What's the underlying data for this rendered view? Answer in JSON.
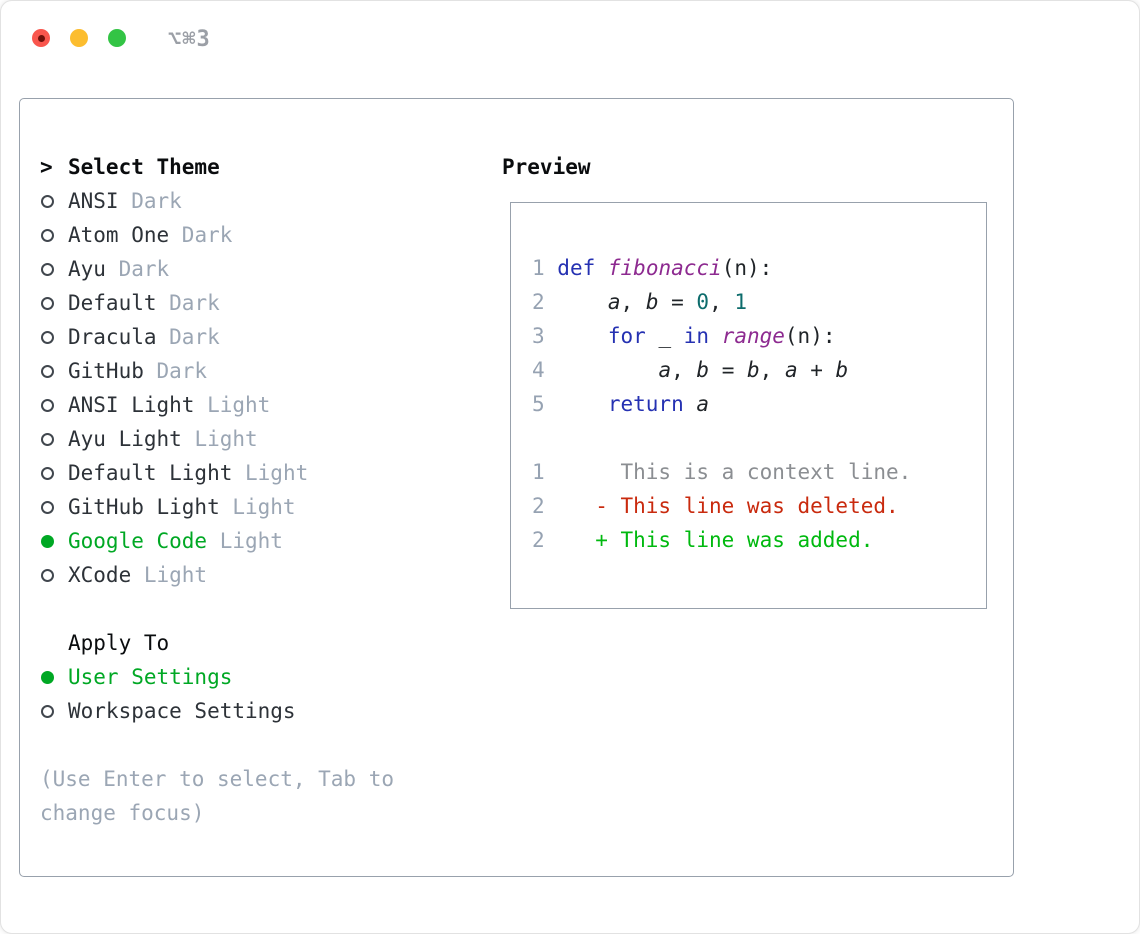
{
  "window": {
    "title": "⌥⌘3",
    "traffic_lights": [
      "close",
      "minimize",
      "zoom"
    ]
  },
  "theme_picker": {
    "header": {
      "marker": ">",
      "label": "Select Theme"
    },
    "themes": [
      {
        "name": "ANSI",
        "variant": "Dark",
        "selected": false
      },
      {
        "name": "Atom One",
        "variant": "Dark",
        "selected": false
      },
      {
        "name": "Ayu",
        "variant": "Dark",
        "selected": false
      },
      {
        "name": "Default",
        "variant": "Dark",
        "selected": false
      },
      {
        "name": "Dracula",
        "variant": "Dark",
        "selected": false
      },
      {
        "name": "GitHub",
        "variant": "Dark",
        "selected": false
      },
      {
        "name": "ANSI Light",
        "variant": "Light",
        "selected": false
      },
      {
        "name": "Ayu Light",
        "variant": "Light",
        "selected": false
      },
      {
        "name": "Default Light",
        "variant": "Light",
        "selected": false
      },
      {
        "name": "GitHub Light",
        "variant": "Light",
        "selected": false
      },
      {
        "name": "Google Code",
        "variant": "Light",
        "selected": true
      },
      {
        "name": "XCode",
        "variant": "Light",
        "selected": false
      }
    ],
    "apply_to": {
      "heading": "Apply To",
      "options": [
        {
          "name": "User Settings",
          "selected": true
        },
        {
          "name": "Workspace Settings",
          "selected": false
        }
      ]
    },
    "help_text": "(Use Enter to select, Tab to change focus)"
  },
  "preview": {
    "heading": "Preview",
    "code_lines": [
      {
        "num": "1",
        "tokens": [
          {
            "t": " ",
            "c": "pl"
          },
          {
            "t": "def",
            "c": "kw"
          },
          {
            "t": " ",
            "c": "pl"
          },
          {
            "t": "fibonacci",
            "c": "fn"
          },
          {
            "t": "(n):",
            "c": "pl"
          }
        ]
      },
      {
        "num": "2",
        "tokens": [
          {
            "t": "     ",
            "c": "pl"
          },
          {
            "t": "a",
            "c": "var"
          },
          {
            "t": ", ",
            "c": "pl"
          },
          {
            "t": "b",
            "c": "var"
          },
          {
            "t": " = ",
            "c": "pl"
          },
          {
            "t": "0",
            "c": "lit"
          },
          {
            "t": ", ",
            "c": "pl"
          },
          {
            "t": "1",
            "c": "lit"
          }
        ]
      },
      {
        "num": "3",
        "tokens": [
          {
            "t": "     ",
            "c": "pl"
          },
          {
            "t": "for",
            "c": "kw"
          },
          {
            "t": " _ ",
            "c": "pl"
          },
          {
            "t": "in",
            "c": "kw"
          },
          {
            "t": " ",
            "c": "pl"
          },
          {
            "t": "range",
            "c": "fn"
          },
          {
            "t": "(n):",
            "c": "pl"
          }
        ]
      },
      {
        "num": "4",
        "tokens": [
          {
            "t": "         ",
            "c": "pl"
          },
          {
            "t": "a",
            "c": "var"
          },
          {
            "t": ", ",
            "c": "pl"
          },
          {
            "t": "b",
            "c": "var"
          },
          {
            "t": " = ",
            "c": "pl"
          },
          {
            "t": "b",
            "c": "var"
          },
          {
            "t": ", ",
            "c": "pl"
          },
          {
            "t": "a",
            "c": "var"
          },
          {
            "t": " + ",
            "c": "pl"
          },
          {
            "t": "b",
            "c": "var"
          }
        ]
      },
      {
        "num": "5",
        "tokens": [
          {
            "t": "     ",
            "c": "pl"
          },
          {
            "t": "return",
            "c": "kw"
          },
          {
            "t": " ",
            "c": "pl"
          },
          {
            "t": "a",
            "c": "var"
          }
        ]
      },
      {
        "num": "",
        "tokens": []
      },
      {
        "num": "1",
        "tokens": [
          {
            "t": "      This is a context line.",
            "c": "ctx"
          }
        ]
      },
      {
        "num": "2",
        "tokens": [
          {
            "t": "    - This line was deleted.",
            "c": "del"
          }
        ]
      },
      {
        "num": "2",
        "tokens": [
          {
            "t": "    + This line was added.",
            "c": "add"
          }
        ]
      }
    ]
  },
  "colors": {
    "panel_border": "#98a1ac",
    "selection_green": "#00a824",
    "theme_name": "#2d3238",
    "variant_suffix_gray": "#9ba6b4",
    "help_gray": "#9ba6b4",
    "line_number": "#96a2b2",
    "code_keyword": "#2531b2",
    "code_function": "#8d2a90",
    "code_literal": "#0d6c6c",
    "code_plain": "#202428",
    "diff_context": "#8b8e92",
    "diff_deleted": "#c92a0e",
    "diff_added": "#00b90f",
    "traffic_red": "#f9564d",
    "traffic_yellow": "#fcbd2f",
    "traffic_green": "#33c445",
    "title_gray": "#9b9fa6"
  }
}
